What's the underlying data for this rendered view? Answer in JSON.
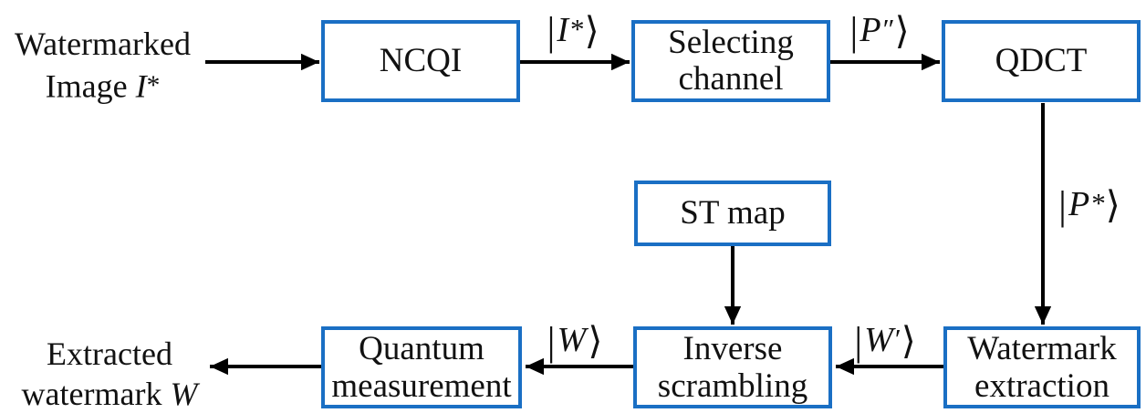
{
  "colors": {
    "box_border": "#1a6fc4",
    "arrow": "#000000",
    "text": "#111111",
    "background": "#ffffff"
  },
  "io_labels": {
    "watermarked_image": {
      "line1": "Watermarked",
      "line2_prefix": "Image ",
      "line2_var": "I",
      "line2_sup": "*"
    },
    "extracted_watermark": {
      "line1": "Extracted",
      "line2_prefix": "watermark ",
      "line2_var": "W",
      "line2_sup": ""
    }
  },
  "boxes": {
    "ncqi": {
      "label": "NCQI"
    },
    "selecting_channel": {
      "line1": "Selecting",
      "line2": "channel"
    },
    "qdct": {
      "label": "QDCT"
    },
    "st_map": {
      "label": "ST map"
    },
    "quantum_measurement": {
      "line1": "Quantum",
      "line2": "measurement"
    },
    "inverse_scrambling": {
      "line1": "Inverse",
      "line2": "scrambling"
    },
    "watermark_extraction": {
      "line1": "Watermark",
      "line2": "extraction"
    }
  },
  "kets": {
    "i_star": {
      "bar": "|",
      "letter": "I",
      "sup": "*",
      "rangle": "⟩"
    },
    "p_dprime": {
      "bar": "|",
      "letter": "P",
      "sup": "″",
      "rangle": "⟩"
    },
    "p_star": {
      "bar": "|",
      "letter": "P",
      "sup": "*",
      "rangle": "⟩"
    },
    "w_prime": {
      "bar": "|",
      "letter": "W",
      "sup": "′",
      "rangle": "⟩"
    },
    "w": {
      "bar": "|",
      "letter": "W",
      "sup": "",
      "rangle": "⟩"
    }
  }
}
